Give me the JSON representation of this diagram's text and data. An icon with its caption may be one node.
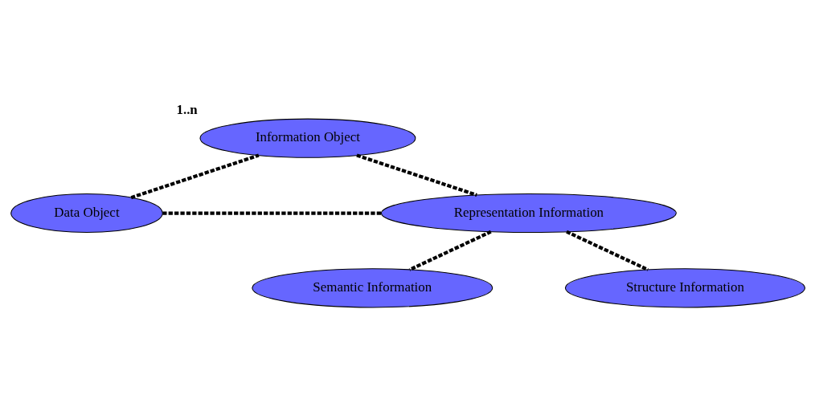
{
  "diagram": {
    "nodes": [
      {
        "text": [
          "Information Object"
        ],
        "beside": [
          "1..n"
        ]
      },
      {
        "text": [
          "Data Object"
        ]
      },
      {
        "text": [
          "Representation Information"
        ]
      },
      {
        "text": [
          "Semantic Information"
        ]
      },
      {
        "text": [
          "Structure Information"
        ]
      }
    ],
    "edges": [
      {
        "from": 1,
        "to": 0,
        "arrow": "none",
        "style": "dashed"
      },
      {
        "from": 0,
        "to": 2,
        "arrow": "none",
        "style": "dashed"
      },
      {
        "from": 1,
        "to": 2,
        "arrow": "none",
        "style": "dashed"
      },
      {
        "from": 2,
        "to": 3,
        "arrow": "none",
        "style": "dashed"
      },
      {
        "from": 2,
        "to": 4,
        "arrow": "none",
        "style": "dashed"
      }
    ]
  }
}
